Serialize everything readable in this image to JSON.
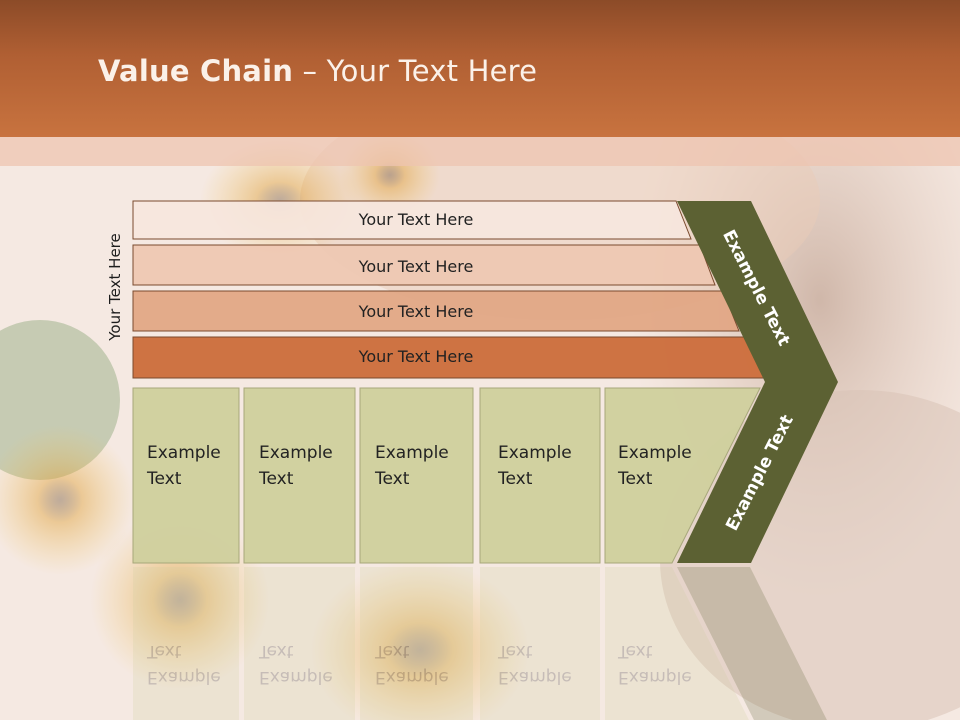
{
  "title": {
    "bold": "Value Chain",
    "rest": " – Your Text Here"
  },
  "side_label": "Your Text Here",
  "bars": [
    {
      "label": "Your Text Here",
      "fill": "#f6e6de"
    },
    {
      "label": "Your Text Here",
      "fill": "#eec7b2"
    },
    {
      "label": "Your Text Here",
      "fill": "#e1a683"
    },
    {
      "label": "Your Text Here",
      "fill": "#cc6e3e"
    }
  ],
  "boxes": [
    {
      "line1": "Example",
      "line2": "Text"
    },
    {
      "line1": "Example",
      "line2": "Text"
    },
    {
      "line1": "Example",
      "line2": "Text"
    },
    {
      "line1": "Example",
      "line2": "Text"
    },
    {
      "line1": "Example",
      "line2": "Text"
    }
  ],
  "arrow_top_label": "Example Text",
  "arrow_bottom_label": "Example Text",
  "colors": {
    "title_bar": "#b8653a",
    "box_fill": "#cfcf9e",
    "arrow_fill": "#5c6133",
    "bar_stroke": "#7a4a2e"
  }
}
